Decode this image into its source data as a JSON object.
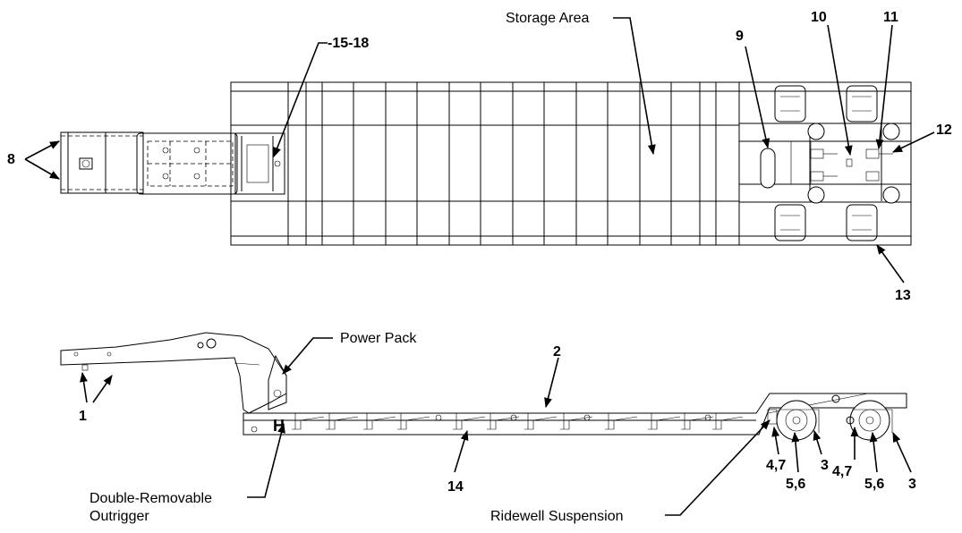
{
  "callouts": {
    "storage_area": "Storage Area",
    "power_pack": "Power Pack",
    "double_removable_line1": "Double-Removable",
    "double_removable_line2": "Outrigger",
    "ridewell_suspension": "Ridewell Suspension",
    "n8": "8",
    "n15_18": "-15-18",
    "n9": "9",
    "n10": "10",
    "n11": "11",
    "n12": "12",
    "n13": "13",
    "n1": "1",
    "n2": "2",
    "n14": "14",
    "n4_7_a": "4,7",
    "n5_6_a": "5,6",
    "n3_a": "3",
    "n4_7_b": "4,7",
    "n5_6_b": "5,6",
    "n3_b": "3"
  }
}
